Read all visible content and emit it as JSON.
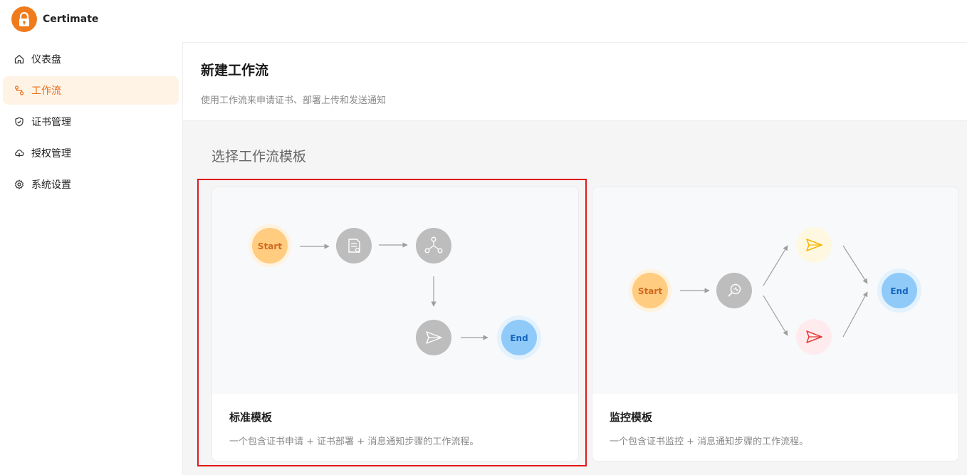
{
  "brand": {
    "name": "Certimate",
    "logo_icon": "lock-icon",
    "accent": "#f07b1c"
  },
  "sidebar": {
    "items": [
      {
        "label": "仪表盘",
        "icon": "home-icon",
        "active": false
      },
      {
        "label": "工作流",
        "icon": "workflow-icon",
        "active": true
      },
      {
        "label": "证书管理",
        "icon": "shield-check-icon",
        "active": false
      },
      {
        "label": "授权管理",
        "icon": "cloud-key-icon",
        "active": false
      },
      {
        "label": "系统设置",
        "icon": "gear-icon",
        "active": false
      }
    ]
  },
  "page": {
    "title": "新建工作流",
    "subtitle": "使用工作流来申请证书、部署上传和发送通知"
  },
  "templates": {
    "section_title": "选择工作流模板",
    "items": [
      {
        "name": "标准模板",
        "description": "一个包含证书申请 + 证书部署 + 消息通知步骤的工作流程。",
        "diagram": {
          "start_label": "Start",
          "end_label": "End"
        }
      },
      {
        "name": "监控模板",
        "description": "一个包含证书监控 + 消息通知步骤的工作流程。",
        "diagram": {
          "start_label": "Start",
          "end_label": "End"
        }
      }
    ]
  },
  "colors": {
    "active_bg": "#fff3e6",
    "active_text": "#e8701a",
    "start_node": "#ffcc80",
    "end_node": "#90caf9",
    "step_node": "#bdbdbd",
    "highlight": "#e01818"
  }
}
